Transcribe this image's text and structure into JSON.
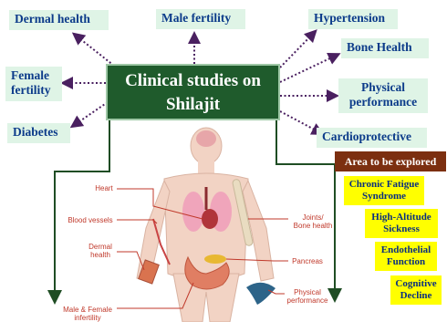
{
  "center": {
    "line1": "Clinical studies on",
    "line2": "Shilajit"
  },
  "outer_labels": {
    "dermal_health": "Dermal health",
    "male_fertility": "Male fertility",
    "hypertension": "Hypertension",
    "bone_health": "Bone Health",
    "female_fertility_1": "Female",
    "female_fertility_2": "fertility",
    "physical_performance_1": "Physical",
    "physical_performance_2": "performance",
    "diabetes": "Diabetes",
    "cardioprotective": "Cardioprotective"
  },
  "explore": {
    "heading": "Area to be explored",
    "items": [
      {
        "line1": "Chronic Fatigue",
        "line2": "Syndrome"
      },
      {
        "line1": "High-Altitude",
        "line2": "Sickness"
      },
      {
        "line1": "Endothelial",
        "line2": "Function"
      },
      {
        "line1": "Cognitive",
        "line2": "Decline"
      }
    ]
  },
  "body_labels": {
    "heart": "Heart",
    "blood_vessels": "Blood vessels",
    "dermal_1": "Dermal",
    "dermal_2": "health",
    "fertility_1": "Male & Female",
    "fertility_2": "infertility",
    "joints_1": "Joints/",
    "joints_2": "Bone health",
    "pancreas": "Pancreas",
    "physical_1": "Physical",
    "physical_2": "performance"
  },
  "colors": {
    "center_bg": "#1f5b2c",
    "label_bg": "#dff4e6",
    "label_text": "#0c3b8a",
    "explore_head": "#7c2f10",
    "explore_item": "#ffff00",
    "arrow": "#4a2060",
    "body_label": "#c0392b"
  }
}
